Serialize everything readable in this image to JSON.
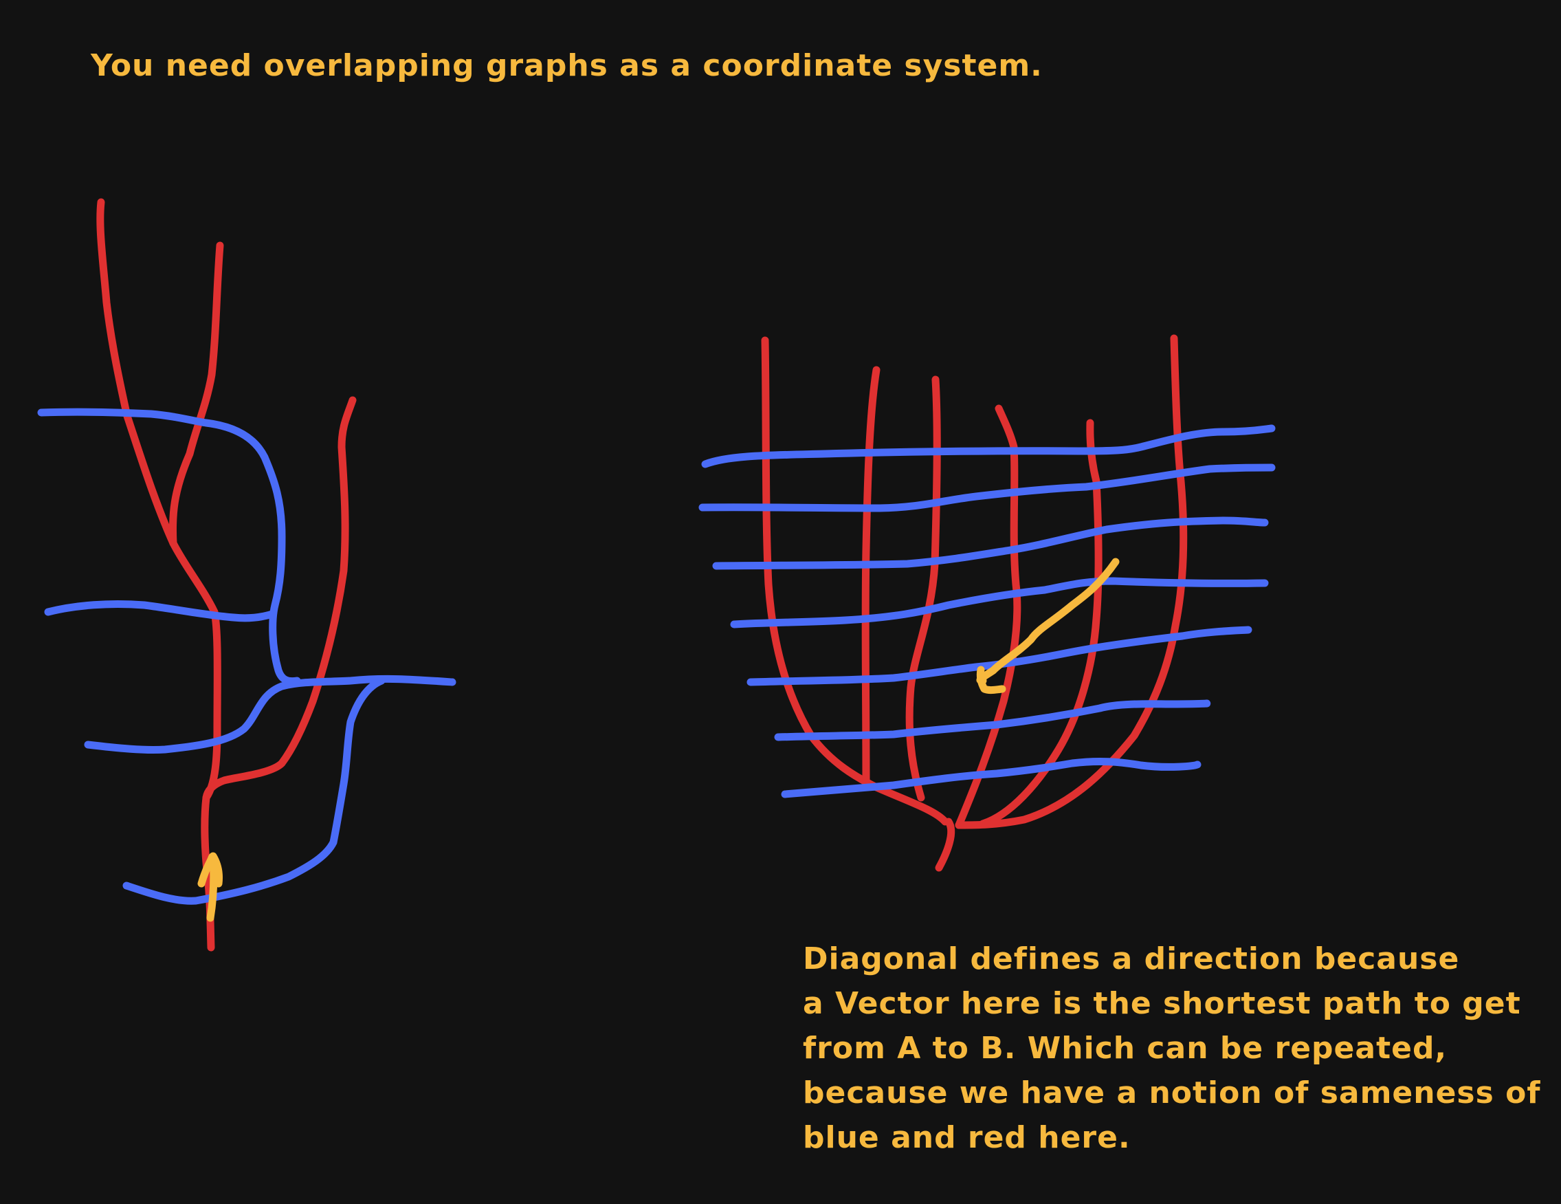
{
  "colors": {
    "background": "#121212",
    "red": "#e03131",
    "blue": "#4a6cf7",
    "yellow": "#f7b93e"
  },
  "notes": {
    "title": "You need overlapping graphs as a coordinate system.",
    "caption_lines": [
      "Diagonal defines a direction because",
      "a Vector here is the shortest path to get",
      "from A to B. Which can be repeated,",
      "because we have a notion of sameness of",
      "blue and red here."
    ]
  }
}
